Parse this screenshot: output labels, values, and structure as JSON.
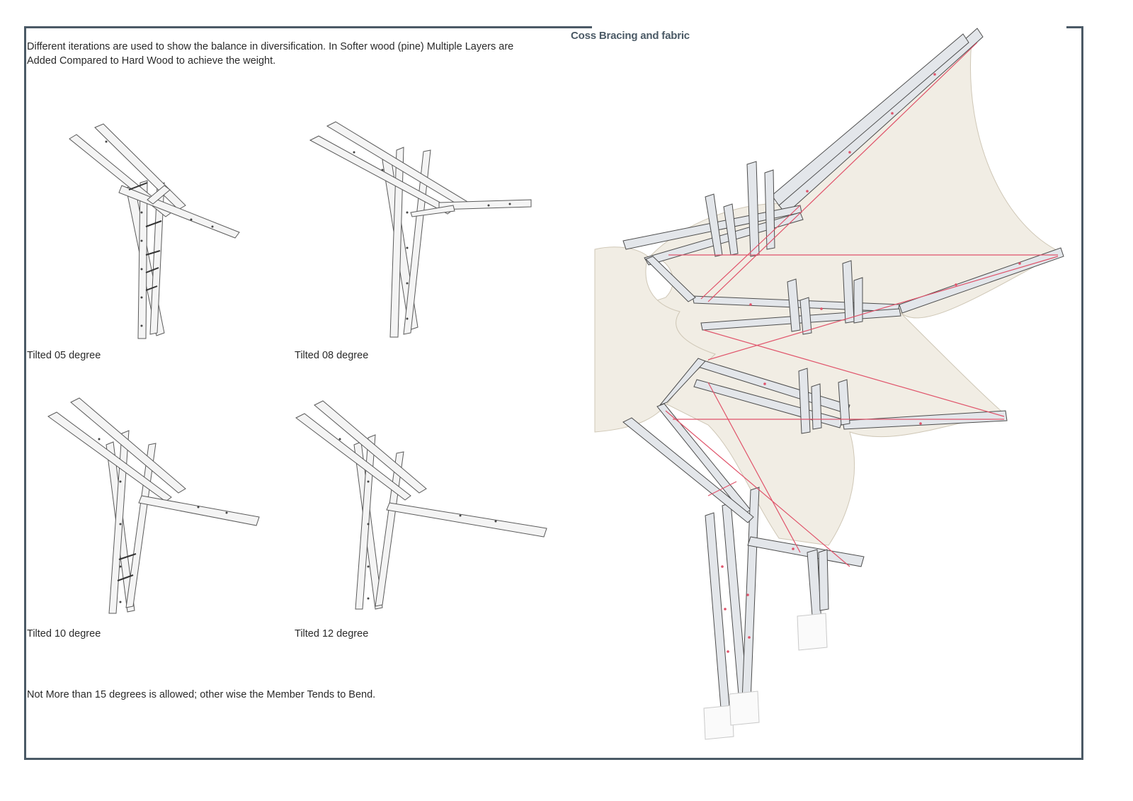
{
  "intro": {
    "line1": "Different iterations are used to show the balance in diversification. In Softer wood (pine)  Multiple Layers are",
    "line2": "Added Compared to Hard Wood to achieve the weight."
  },
  "heading": "Coss Bracing and fabric",
  "iterations": [
    {
      "label": "Tilted 05 degree",
      "tilt_degrees": 5
    },
    {
      "label": "Tilted 08 degree",
      "tilt_degrees": 8
    },
    {
      "label": "Tilted 10 degree",
      "tilt_degrees": 10
    },
    {
      "label": "Tilted 12 degree",
      "tilt_degrees": 12
    }
  ],
  "note": "Not More than 15 degrees is allowed; other wise the Member Tends to Bend.",
  "colors": {
    "frame": "#4b5a66",
    "cable": "#e0536a",
    "fabric": "#f1ede4",
    "timber": "#f4f4f4"
  }
}
